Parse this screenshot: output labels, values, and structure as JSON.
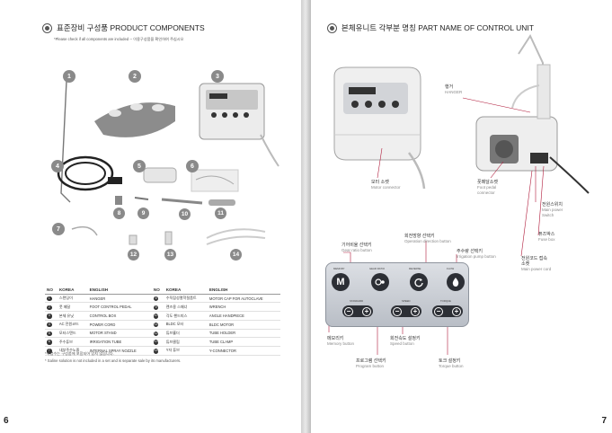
{
  "left_page": {
    "heading": "표준장비 구성품  PRODUCT COMPONENTS",
    "note": "*Please check if all components are included  -- 이용구성품을 확인하여 주십시오",
    "page_number": "6",
    "callouts": [
      "1",
      "2",
      "3",
      "4",
      "5",
      "6",
      "7",
      "8",
      "9",
      "10",
      "11",
      "12",
      "13",
      "14"
    ],
    "table": {
      "headers": [
        "NO",
        "KOREA",
        "ENGLISH",
        "NO",
        "KOREA",
        "ENGLISH"
      ],
      "rows": [
        [
          "1",
          "스탠딩이",
          "HANGER",
          "8",
          "수직잡성멸학절품트",
          "MOTOR CAP FOR AUTOCLAVE"
        ],
        [
          "2",
          "풋 페달",
          "FOOT CONTROL PEDAL",
          "9",
          "랜즈용 스패너",
          "WRENCH"
        ],
        [
          "3",
          "본체 유닛",
          "CONTROL BOX",
          "10",
          "각도 핸드피스",
          "ANGLE HANDPIECE"
        ],
        [
          "4",
          "AC 전원코드",
          "POWER CORD",
          "11",
          "BLDC 모터",
          "BLDC MOTOR"
        ],
        [
          "5",
          "모터스탠드",
          "MOTOR STAND",
          "12",
          "튜브홀더",
          "TUBE HOLDER"
        ],
        [
          "6",
          "주수튜브",
          "IRRIGATION TUBE",
          "13",
          "튜브클립",
          "TUBE CLAMP"
        ],
        [
          "7",
          "내부주수노즐",
          "INTERNAL SPRAY NOZZLE",
          "14",
          "Y자 튜브",
          "Y-CONNECTOR"
        ]
      ]
    },
    "footnote_ko": "*식염수는 구성품에 포함되어 있지 않습니다.",
    "footnote_en": "* Saline solution is not included in a set and is separate sale by its manufacturers."
  },
  "right_page": {
    "heading": "본체유니트 각부분 명칭 PART NAME OF CONTROL UNIT",
    "page_number": "7",
    "labels": {
      "hanger_ko": "행거",
      "hanger_en": "HANGER",
      "motor_ko": "모터 소켓",
      "motor_en": "Motor connector",
      "foot_ko": "풋페달소켓",
      "foot_en": "Foot pedal connector",
      "switch_ko": "전원스위치",
      "switch_en": "Main power Switch",
      "fuse_ko": "퓨즈박스",
      "fuse_en": "Fuse box",
      "cord_ko": "전원코드 접속소켓",
      "cord_en": "Main power cord",
      "gear_ko": "기어비율 선택키",
      "gear_en": "Gear ratio button",
      "oper_ko": "회전방향 선택키",
      "oper_en": "Operation direction button",
      "pump_ko": "주수량 선택키",
      "pump_en": "Irrigation pump button",
      "memory_ko": "메모리키",
      "memory_en": "Memory button",
      "speed_ko": "회전속도 설정키",
      "speed_en": "Speed button",
      "program_ko": "프로그램 선택키",
      "program_en": "Program button",
      "torque_ko": "토크 설정키",
      "torque_en": "Torque button"
    },
    "panel": {
      "top_labels": [
        "MEMORY",
        "GEAR RATIO",
        "REVERSE",
        "FLOW"
      ],
      "bottom_labels": [
        "STANDARD",
        "SPEED",
        "TORQUE"
      ],
      "memory_glyph": "M",
      "minus": "−",
      "plus": "+"
    }
  }
}
